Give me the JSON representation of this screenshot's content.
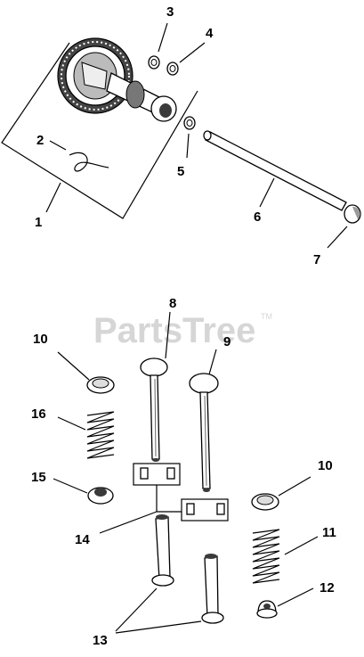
{
  "watermark": {
    "text": "PartsTree",
    "trademark": "TM"
  },
  "callouts": {
    "c1": "1",
    "c2": "2",
    "c3": "3",
    "c4": "4",
    "c5": "5",
    "c6": "6",
    "c7": "7",
    "c8": "8",
    "c9": "9",
    "c10a": "10",
    "c10b": "10",
    "c11": "11",
    "c12": "12",
    "c13": "13",
    "c14": "14",
    "c15": "15",
    "c16": "16"
  }
}
